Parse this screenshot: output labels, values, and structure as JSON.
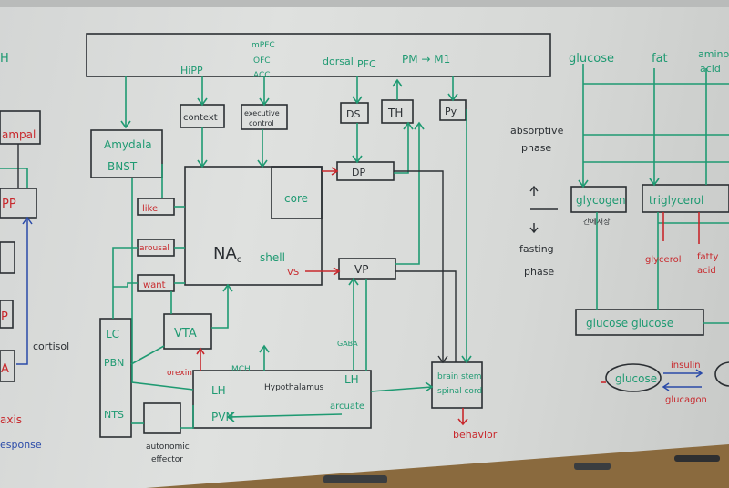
{
  "colors": {
    "marker_black": "#2b2f33",
    "marker_green": "#1f9a72",
    "marker_red": "#c8282c",
    "marker_blue": "#2a4aa8",
    "whiteboard": "#dfe1df",
    "tray": "#8a6a3e"
  },
  "left_edge": {
    "h": "H",
    "hippocampus": "ampal",
    "pp": "PP",
    "p": "P",
    "a": "A",
    "cortisol": "cortisol",
    "axis": "axis",
    "response": "esponse"
  },
  "center": {
    "hipp": "HiPP",
    "mpfc": "mPFC",
    "ofc": "OFC",
    "acc": "ACC",
    "dorsal": "dorsal",
    "pfc": "PFC",
    "pm_m1": "PM → M1",
    "context": "context",
    "exec1": "executive",
    "exec2": "control",
    "ds": "DS",
    "th": "TH",
    "py": "Py",
    "amygdala": "Amydala",
    "bnst": "BNST",
    "dp": "DP",
    "core": "core",
    "like": "like",
    "arousal": "arousal",
    "nac": "NA",
    "nac_sub": "c",
    "shell": "shell",
    "vs": "VS",
    "vp": "VP",
    "want": "want",
    "lc": "LC",
    "pbn": "PBN",
    "nts": "NTS",
    "vta": "VTA",
    "orexin": "orexin",
    "mch": "MCH",
    "gaba": "GABA",
    "lh_left": "LH",
    "pvn": "PVN",
    "hypothalamus": "Hypothalamus",
    "lh_right": "LH",
    "arcuate": "arcuate",
    "brainstem": "brain stem",
    "spinal": "spinal cord",
    "behavior": "behavior",
    "autonomic": "autonomic",
    "effector": "effector"
  },
  "middle_right": {
    "absorptive1": "absorptive",
    "absorptive2": "phase",
    "fasting1": "fasting",
    "fasting2": "phase"
  },
  "right": {
    "glucose": "glucose",
    "fat": "fat",
    "amino1": "amino",
    "amino2": "acid",
    "glycogen": "glycogen",
    "glycogen_note": "간에저장",
    "triglycerol": "triglycerol",
    "glycerol": "glycerol",
    "fatty1": "fatty",
    "fatty2": "acid",
    "glucose_row": "glucose  glucose",
    "glucose_oval": "glucose",
    "insulin": "insulin",
    "glucagon": "glucagon"
  }
}
